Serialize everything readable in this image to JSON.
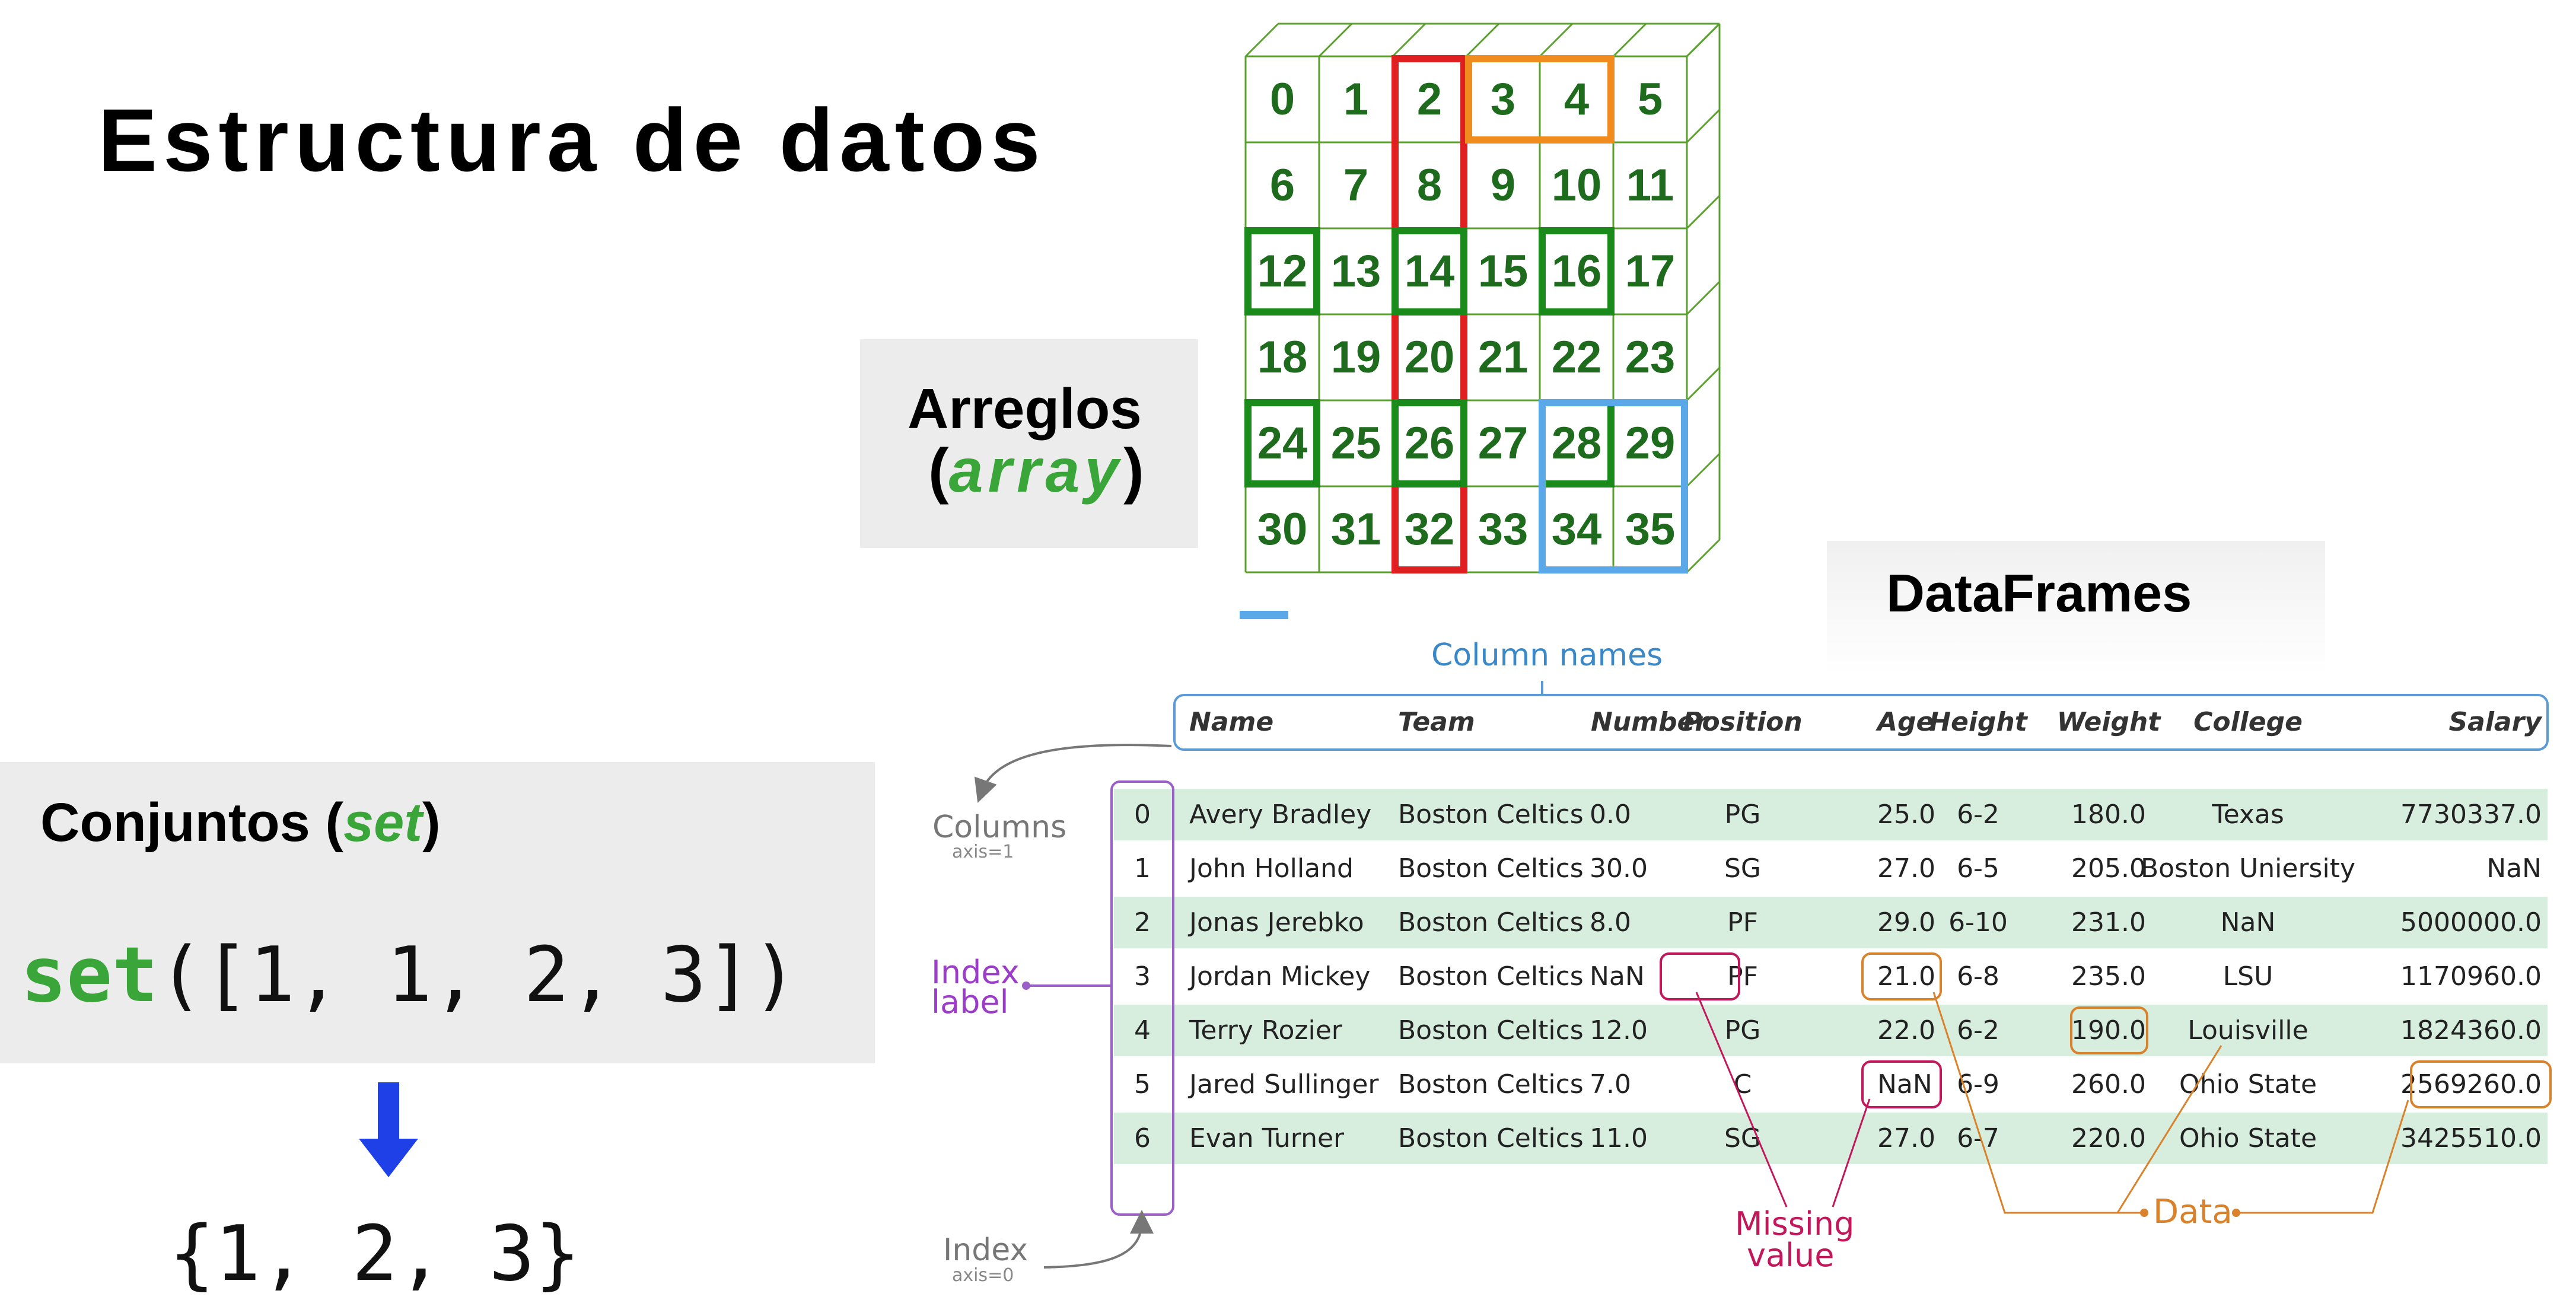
{
  "title": "Estructura de datos",
  "arrays": {
    "label": "Arreglos",
    "paren_open": "(",
    "keyword": "array",
    "paren_close": ")",
    "grid": [
      [
        "0",
        "1",
        "2",
        "3",
        "4",
        "5"
      ],
      [
        "6",
        "7",
        "8",
        "9",
        "10",
        "11"
      ],
      [
        "12",
        "13",
        "14",
        "15",
        "16",
        "17"
      ],
      [
        "18",
        "19",
        "20",
        "21",
        "22",
        "23"
      ],
      [
        "24",
        "25",
        "26",
        "27",
        "28",
        "29"
      ],
      [
        "30",
        "31",
        "32",
        "33",
        "34",
        "35"
      ]
    ],
    "colors": {
      "grid": "#5aa02c",
      "number": "#1e6b1e",
      "red": "#e02020",
      "orange": "#f08c1e",
      "green": "#1a8a1a",
      "blue": "#5aa8e8"
    }
  },
  "dataframes": {
    "label": "DataFrames",
    "annotations": {
      "column_names": "Column names",
      "columns": "Columns",
      "columns_axis": "axis=1",
      "index_label_1": "Index",
      "index_label_2": "label",
      "index": "Index",
      "index_axis": "axis=0",
      "missing_1": "Missing",
      "missing_2": "value",
      "data": "Data"
    },
    "headers": [
      "Name",
      "Team",
      "Number",
      "Position",
      "Age",
      "Height",
      "Weight",
      "College",
      "Salary"
    ],
    "index": [
      "0",
      "1",
      "2",
      "3",
      "4",
      "5",
      "6"
    ],
    "rows": [
      [
        "Avery Bradley",
        "Boston Celtics",
        "0.0",
        "PG",
        "25.0",
        "6-2",
        "180.0",
        "Texas",
        "7730337.0"
      ],
      [
        "John Holland",
        "Boston Celtics",
        "30.0",
        "SG",
        "27.0",
        "6-5",
        "205.0",
        "Boston Uniersity",
        "NaN"
      ],
      [
        "Jonas Jerebko",
        "Boston Celtics",
        "8.0",
        "PF",
        "29.0",
        "6-10",
        "231.0",
        "NaN",
        "5000000.0"
      ],
      [
        "Jordan Mickey",
        "Boston Celtics",
        "NaN",
        "PF",
        "21.0",
        "6-8",
        "235.0",
        "LSU",
        "1170960.0"
      ],
      [
        "Terry Rozier",
        "Boston Celtics",
        "12.0",
        "PG",
        "22.0",
        "6-2",
        "190.0",
        "Louisville",
        "1824360.0"
      ],
      [
        "Jared Sullinger",
        "Boston Celtics",
        "7.0",
        "C",
        "NaN",
        "6-9",
        "260.0",
        "Ohio State",
        "2569260.0"
      ],
      [
        "Evan Turner",
        "Boston Celtics",
        "11.0",
        "SG",
        "27.0",
        "6-7",
        "220.0",
        "Ohio State",
        "3425510.0"
      ]
    ],
    "colors": {
      "stripe": "#d7eedf",
      "header_border": "#5a9ad6",
      "index_border": "#9b5fc8",
      "missing": "#c2185b",
      "data": "#d9822b"
    }
  },
  "sets": {
    "title": "Conjuntos",
    "paren_open": "(",
    "keyword": "set",
    "paren_close": ")",
    "code_keyword": "set",
    "code_rest": "([1, 1, 2, 3])",
    "result": "{1, 2, 3}",
    "colors": {
      "keyword": "#3aa63a",
      "arrow": "#1e40e6"
    }
  }
}
